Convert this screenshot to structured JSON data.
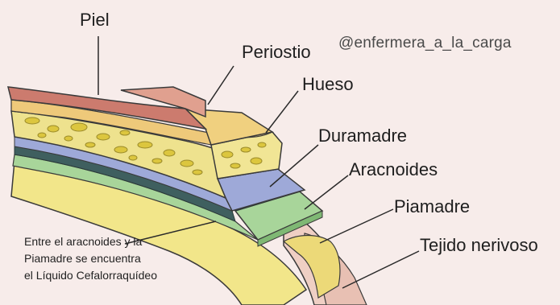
{
  "watermark": "@enfermera_a_la_carga",
  "labels": {
    "piel": "Piel",
    "periostio": "Periostio",
    "hueso": "Hueso",
    "duramadre": "Duramadre",
    "aracnoides": "Aracnoides",
    "piamadre": "Piamadre",
    "tejido": "Tejido nerivoso"
  },
  "note": [
    "Entre el aracnoides y la",
    "Piamadre se encuentra",
    "el Líquido Cefalorraquídeo"
  ],
  "colors": {
    "background": "#f7ecea",
    "skin": "#cc7b6e",
    "skin_face": "#e0a08f",
    "periosteum": "#eec97a",
    "bone": "#eee28e",
    "bone_holes": "#dcc63e",
    "dura": "#9ea9d8",
    "arachnoid_dark": "#3f5f5f",
    "pia": "#a8d59a",
    "csf_space": "#f2e68a",
    "nervous_tissue": "#efcfc4",
    "outline": "#3a3a3a"
  }
}
